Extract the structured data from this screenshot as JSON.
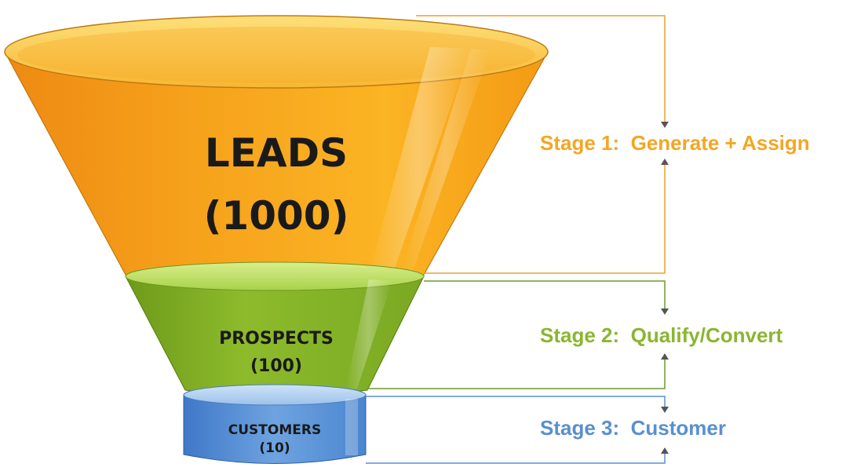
{
  "colors": {
    "stage1": "#f4a623",
    "stage2": "#8ab630",
    "stage3": "#5a8fd0"
  },
  "funnel": {
    "leads": {
      "title": "LEADS",
      "count": "(1000)"
    },
    "prospects": {
      "title": "PROSPECTS",
      "count": "(100)"
    },
    "customers": {
      "title": "CUSTOMERS",
      "count": "(10)"
    }
  },
  "stages": [
    {
      "label": "Stage 1:  Generate + Assign"
    },
    {
      "label": "Stage 2:  Qualify/Convert"
    },
    {
      "label": "Stage 3:  Customer"
    }
  ]
}
